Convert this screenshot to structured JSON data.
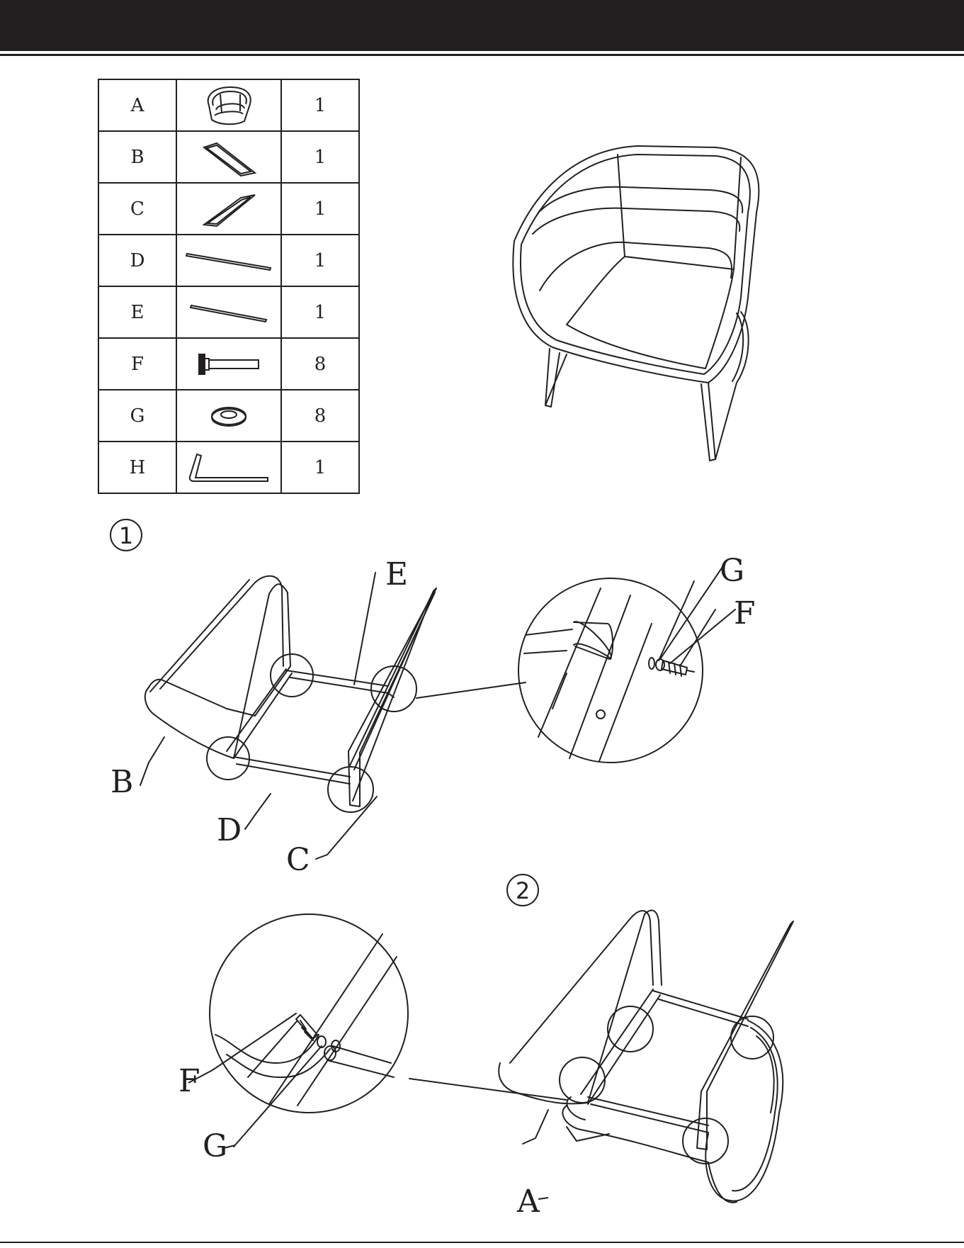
{
  "parts": [
    {
      "letter": "A",
      "qty": "1",
      "icon": "seat-shell-icon"
    },
    {
      "letter": "B",
      "qty": "1",
      "icon": "left-frame-icon"
    },
    {
      "letter": "C",
      "qty": "1",
      "icon": "right-frame-icon"
    },
    {
      "letter": "D",
      "qty": "1",
      "icon": "rod-icon"
    },
    {
      "letter": "E",
      "qty": "1",
      "icon": "rod-icon"
    },
    {
      "letter": "F",
      "qty": "8",
      "icon": "bolt-icon"
    },
    {
      "letter": "G",
      "qty": "8",
      "icon": "washer-icon"
    },
    {
      "letter": "H",
      "qty": "1",
      "icon": "allen-key-icon"
    }
  ],
  "steps": [
    {
      "number": "1",
      "labels": {
        "e": "E",
        "b": "B",
        "d": "D",
        "c": "C",
        "g": "G",
        "f": "F"
      }
    },
    {
      "number": "2",
      "labels": {
        "f": "F",
        "g": "G",
        "a": "A"
      }
    }
  ],
  "colors": {
    "ink": "#231f20",
    "background": "#ffffff"
  }
}
